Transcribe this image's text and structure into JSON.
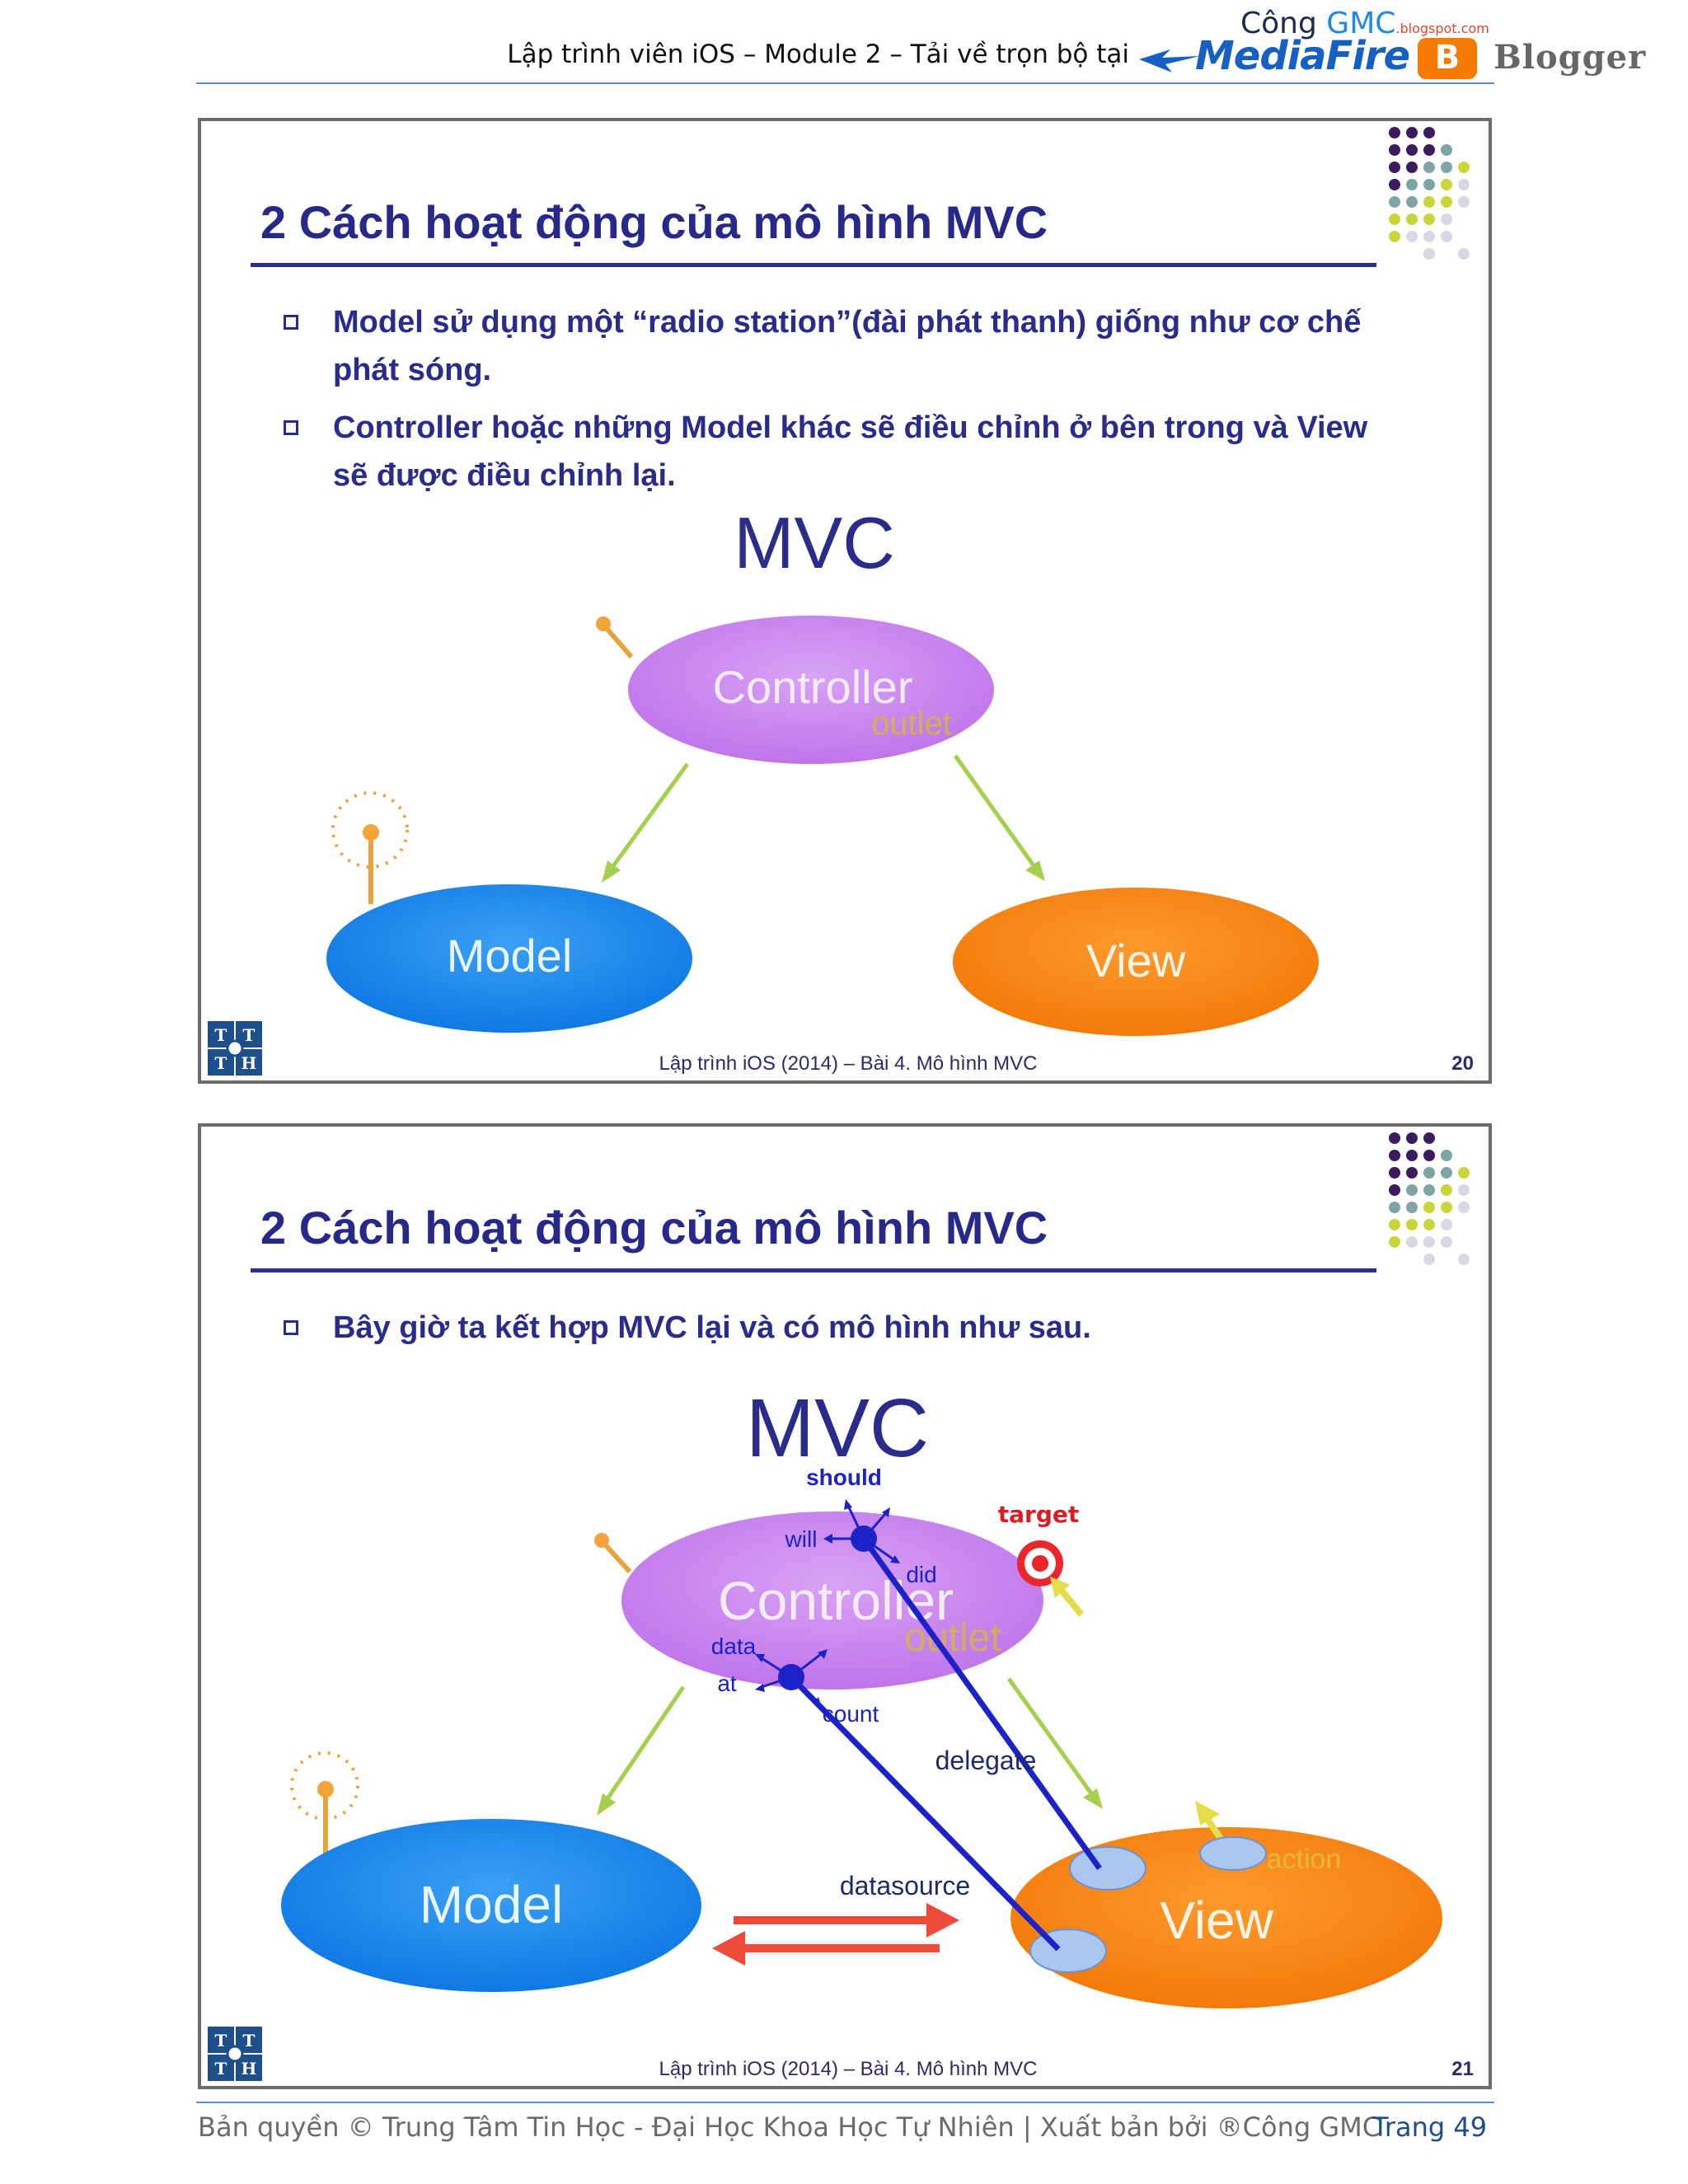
{
  "header": {
    "text": "Lập trình viên iOS – Module 2 – Tải về trọn bộ tại",
    "cong": "Công",
    "gmc": "GMC",
    "blogspot": ".blogspot.com",
    "mediafire": "MediaFire",
    "blogger_icon": "B",
    "blogger": "Blogger"
  },
  "slides": [
    {
      "title": "2 Cách hoạt động của mô hình MVC",
      "bullets": [
        "Model sử dụng một “radio station”(đài phát thanh) giống như cơ chế phát sóng.",
        "Controller hoặc những Model khác sẽ điều chỉnh ở bên trong và View sẽ được điều chỉnh lại."
      ],
      "diagram": {
        "heading": "MVC",
        "controller": "Controller",
        "outlet": "outlet",
        "model": "Model",
        "view": "View"
      },
      "footer": "Lập trình iOS (2014) – Bài 4. Mô hình MVC",
      "number": "20"
    },
    {
      "title": "2 Cách hoạt động của mô hình MVC",
      "bullets": [
        "Bây giờ ta kết hợp MVC lại và có mô hình như sau."
      ],
      "diagram": {
        "heading": "MVC",
        "should": "should",
        "will": "will",
        "did": "did",
        "target": "target",
        "controller": "Controller",
        "outlet": "outlet",
        "data": "data",
        "at": "at",
        "count": "count",
        "delegate": "delegate",
        "action": "action",
        "datasource": "datasource",
        "model": "Model",
        "view": "View"
      },
      "footer": "Lập trình iOS (2014) – Bài 4. Mô hình MVC",
      "number": "21"
    }
  ],
  "logo_letters": [
    "T",
    "T",
    "T",
    "H"
  ],
  "footer": {
    "text": "Bản quyền © Trung Tâm Tin Học - Đại Học Khoa Học Tự Nhiên | Xuất bản bởi ®Công GMC",
    "page": "Trang 49"
  },
  "colors": {
    "slide_title": "#27298a",
    "controller": "#c77ee8",
    "model": "#1685e8",
    "view": "#f5820f",
    "arrow_green": "#a6cf4d",
    "delegate_line": "#1a22c8",
    "datasource_arrow": "#ee4a3a"
  },
  "icons": [
    "mediafire-logo",
    "blogger-icon",
    "dot-grid-decoration",
    "antenna-icon",
    "radio-tower-icon",
    "target-icon",
    "ttth-logo"
  ]
}
